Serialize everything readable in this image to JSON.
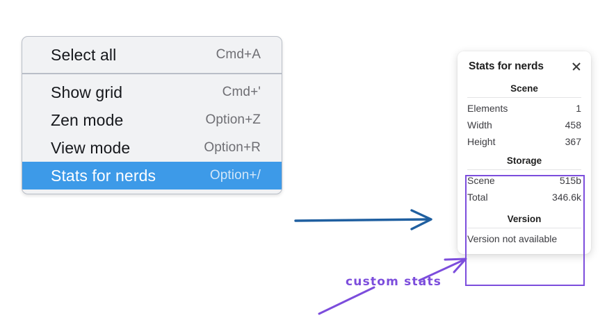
{
  "context_menu": {
    "groups": [
      {
        "items": [
          {
            "label": "Select all",
            "shortcut": "Cmd+A",
            "selected": false
          }
        ]
      },
      {
        "items": [
          {
            "label": "Show grid",
            "shortcut": "Cmd+'",
            "selected": false
          },
          {
            "label": "Zen mode",
            "shortcut": "Option+Z",
            "selected": false
          },
          {
            "label": "View mode",
            "shortcut": "Option+R",
            "selected": false
          },
          {
            "label": "Stats for nerds",
            "shortcut": "Option+/",
            "selected": true
          }
        ]
      }
    ],
    "highlight_color": "#3d9ae8"
  },
  "stats_panel": {
    "title": "Stats for nerds",
    "close_icon": "close-icon",
    "sections": [
      {
        "title": "Scene",
        "rows": [
          {
            "label": "Elements",
            "value": "1"
          },
          {
            "label": "Width",
            "value": "458"
          },
          {
            "label": "Height",
            "value": "367"
          }
        ]
      },
      {
        "title": "Storage",
        "rows": [
          {
            "label": "Scene",
            "value": "515b"
          },
          {
            "label": "Total",
            "value": "346.6k"
          }
        ]
      },
      {
        "title": "Version",
        "text": "Version not available"
      }
    ]
  },
  "annotations": {
    "blue_arrow_color": "#1f5fa0",
    "purple_color": "#7c4ddc",
    "custom_stats_label": "custom stats"
  }
}
